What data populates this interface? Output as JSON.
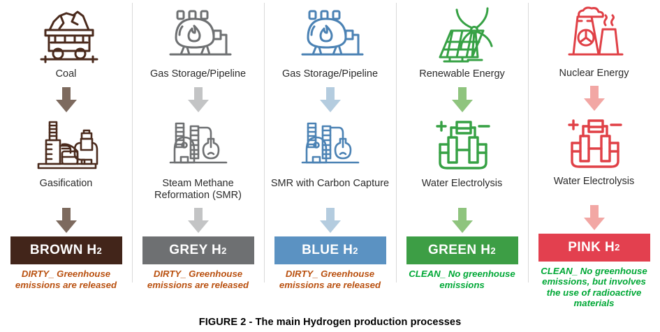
{
  "figure": {
    "caption": "FIGURE 2 -   The main Hydrogen production processes"
  },
  "colors": {
    "brown_bar": "#42251a",
    "brown_line": "#4a2a1c",
    "brown_arrow": "#7d6a5e",
    "brown_note": "#b9500f",
    "grey_bar": "#6e7072",
    "grey_line": "#6e7072",
    "grey_arrow": "#c3c4c5",
    "grey_note": "#b9500f",
    "blue_bar": "#5b92c2",
    "blue_line": "#4b82b4",
    "blue_arrow": "#b4ccdf",
    "blue_note": "#b9500f",
    "green_bar": "#3d9e45",
    "green_line": "#36a144",
    "green_arrow": "#8fc47e",
    "green_note": "#00a836",
    "pink_bar": "#e3404f",
    "pink_line": "#e04046",
    "pink_arrow": "#f2a7a4",
    "pink_note": "#00a836",
    "divider": "#d9d9d9"
  },
  "columns": [
    {
      "key": "brown",
      "source_icon": "coal-cart-icon",
      "source_label": "Coal",
      "process_icon": "gasification-plant-icon",
      "process_label": "Gasification",
      "bar_label": "BROWN H",
      "bar_sub": "2",
      "note": "DIRTY_ Greenhouse emissions are released"
    },
    {
      "key": "grey",
      "source_icon": "gas-tank-flame-icon",
      "source_label": "Gas Storage/Pipeline",
      "process_icon": "smr-plant-icon",
      "process_label": "Steam Methane Reformation (SMR)",
      "bar_label": "GREY H",
      "bar_sub": "2",
      "note": "DIRTY_ Greenhouse emissions are released"
    },
    {
      "key": "blue",
      "source_icon": "gas-tank-flame-icon",
      "source_label": "Gas Storage/Pipeline",
      "process_icon": "smr-plant-icon",
      "process_label": "SMR with Carbon Capture",
      "bar_label": "BLUE H",
      "bar_sub": "2",
      "note": "DIRTY_ Greenhouse emissions are released"
    },
    {
      "key": "green",
      "source_icon": "solar-wind-icon",
      "source_label": "Renewable Energy",
      "process_icon": "electrolysis-cell-icon",
      "process_label": "Water Electrolysis",
      "bar_label": "GREEN H",
      "bar_sub": "2",
      "note": "CLEAN_ No greenhouse emissions"
    },
    {
      "key": "pink",
      "source_icon": "nuclear-plant-icon",
      "source_label": "Nuclear Energy",
      "process_icon": "electrolysis-cell-icon",
      "process_label": "Water Electrolysis",
      "bar_label": "PINK H",
      "bar_sub": "2",
      "note": "CLEAN_ No greenhouse emissions, but involves the use of radioactive materials"
    }
  ]
}
